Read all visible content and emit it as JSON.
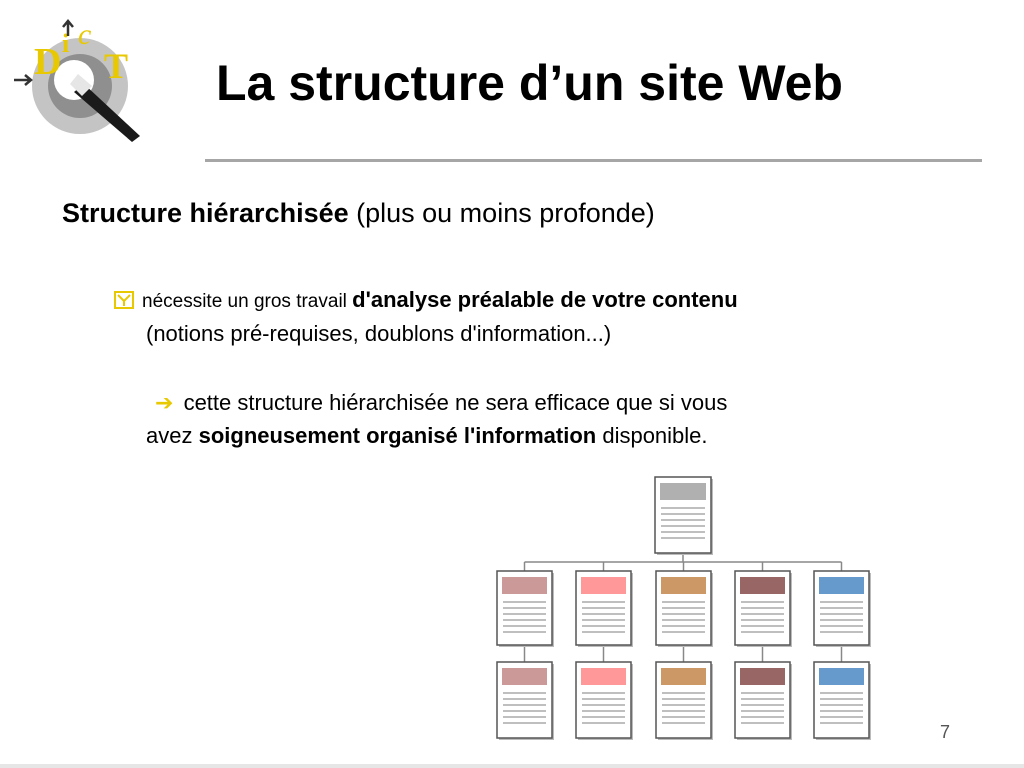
{
  "logo": {
    "alt": "DiCT logo"
  },
  "slide": {
    "title": "La structure d’un site Web",
    "heading_bold": "Structure hiérarchisée",
    "heading_rest": " (plus ou moins profonde)",
    "bullet_small": "nécessite un gros travail ",
    "bullet_bold": "d'analyse préalable de votre contenu",
    "bullet_line2": "(notions pré-requises, doublons d'information...)",
    "note_line1": "cette structure hiérarchisée ne sera efficace que si vous",
    "note_line2_pre": "avez ",
    "note_line2_bold": "soigneusement organisé l'information",
    "note_line2_post": " disponible.",
    "page_number": "7"
  },
  "icons": {
    "bullet": "checkbox-y-icon",
    "note": "arrow-right-icon"
  },
  "colors": {
    "bullet_icon": "#e8c800",
    "root_header": "#b0b0b0",
    "columns": [
      "#cc9999",
      "#ff9999",
      "#cc9966",
      "#996666",
      "#6699cc"
    ]
  }
}
